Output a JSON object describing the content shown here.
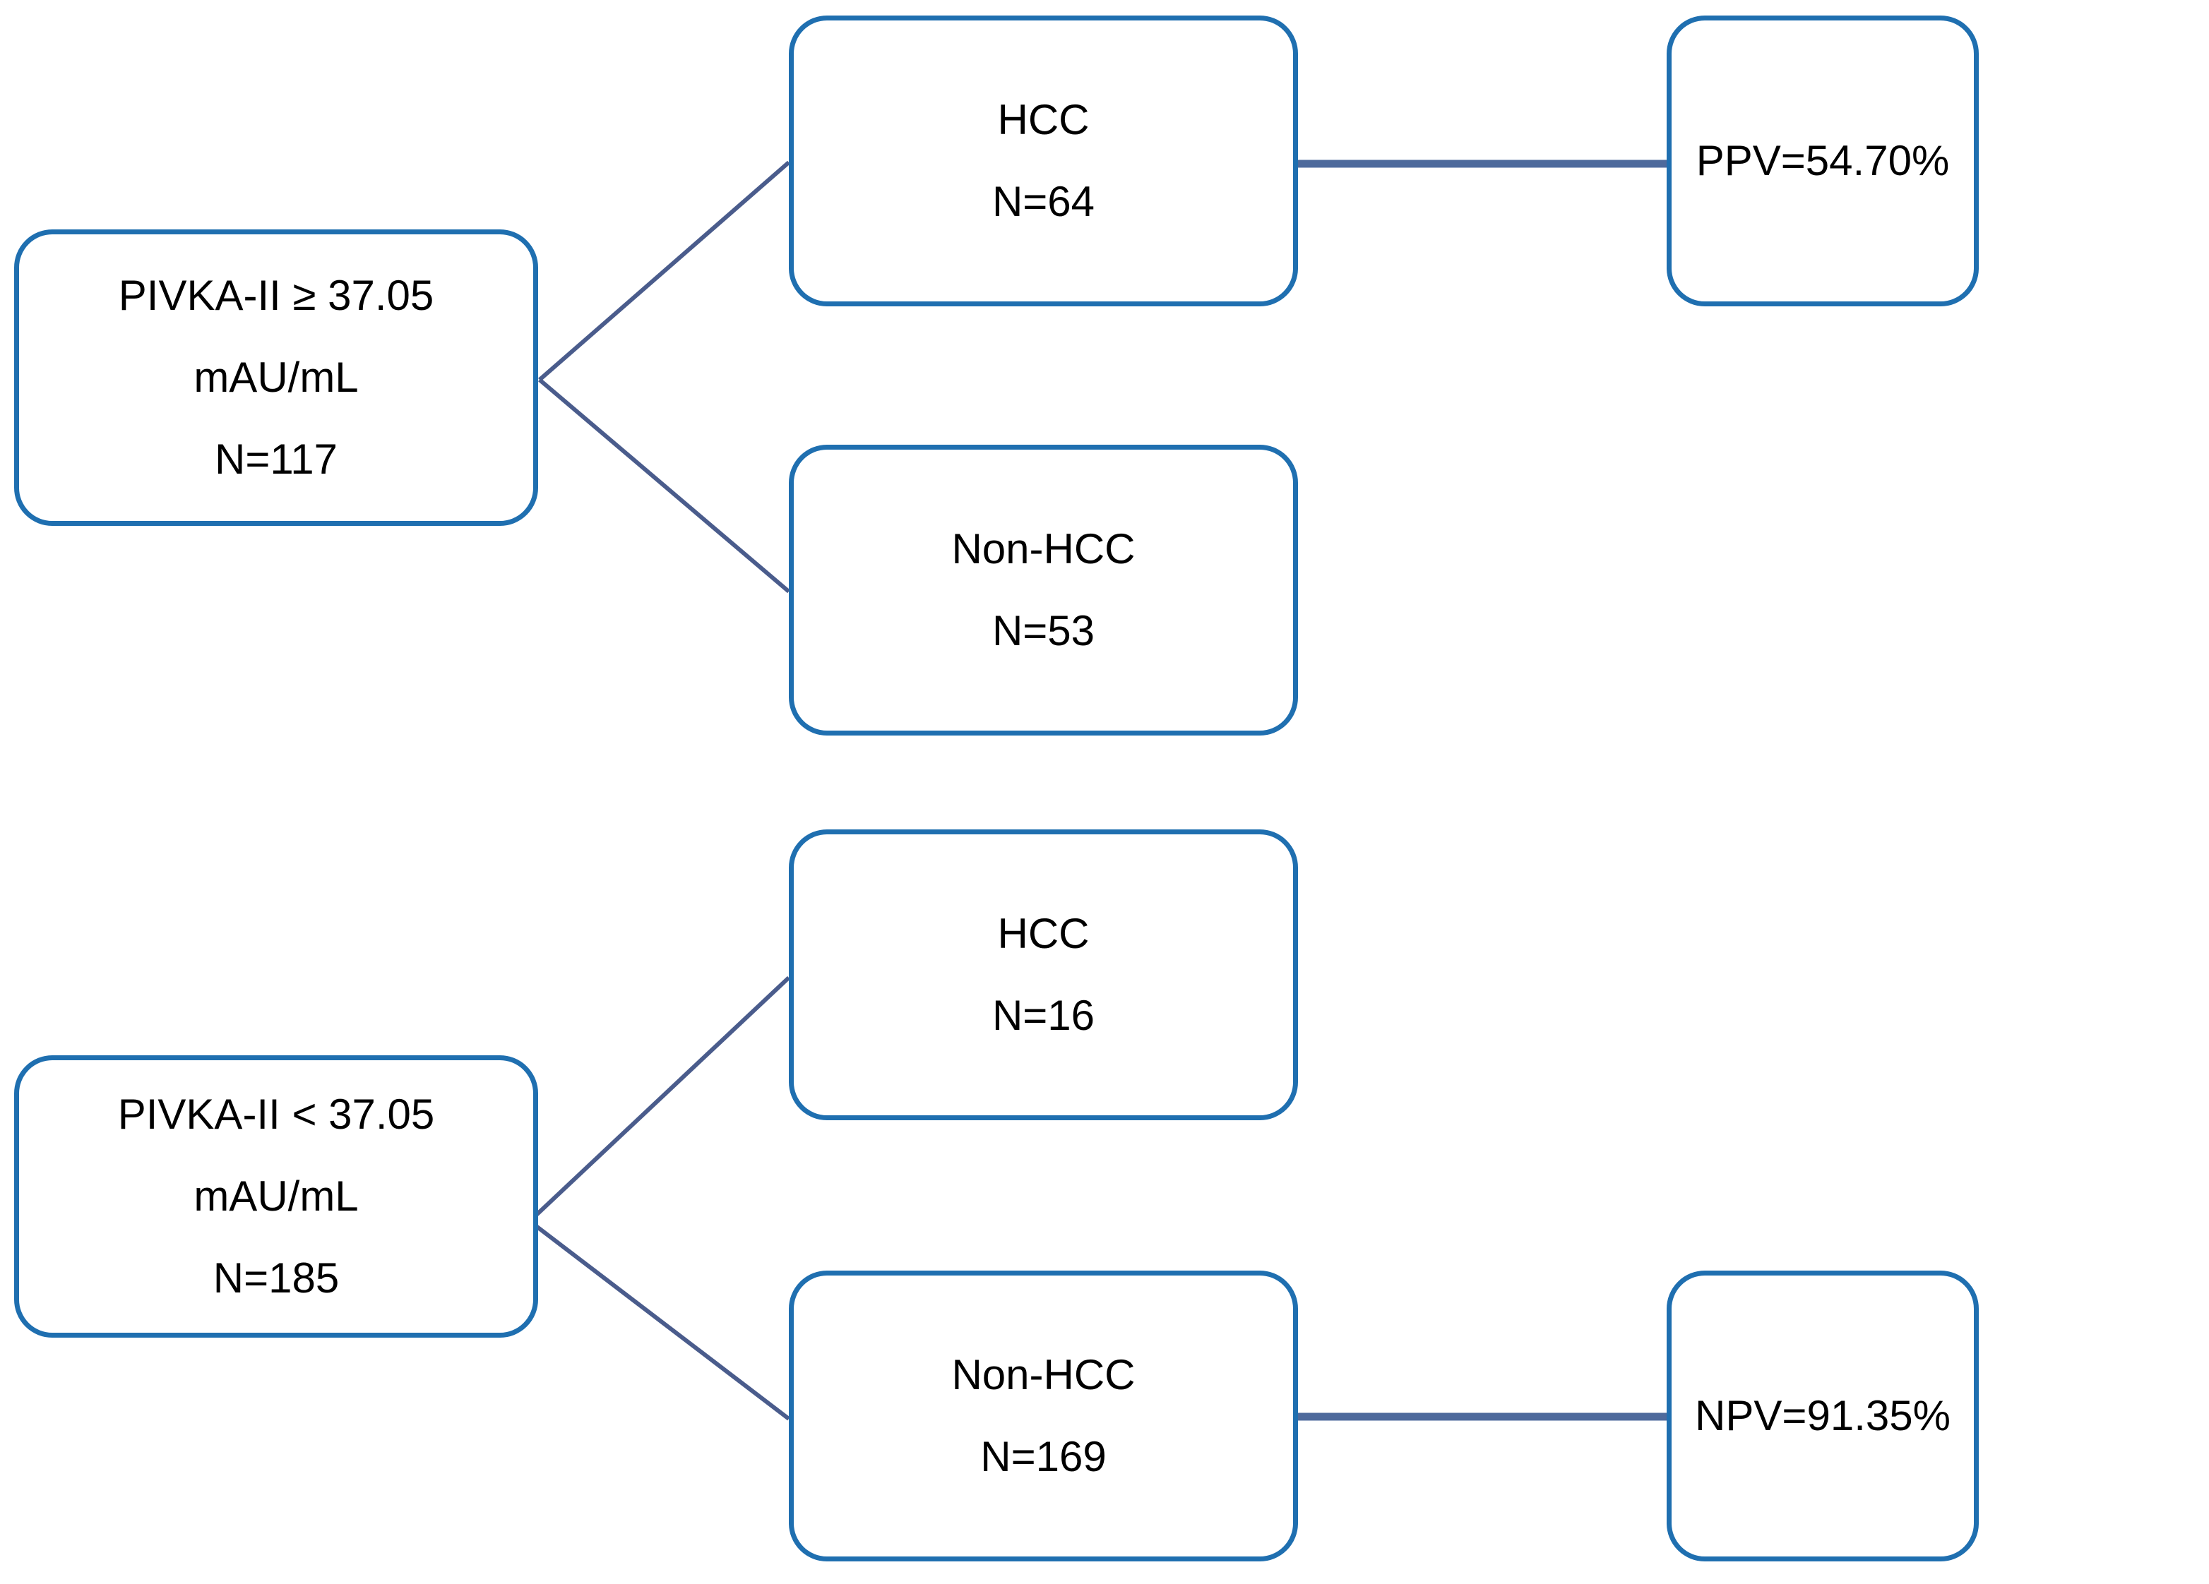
{
  "diagram": {
    "type": "flowchart",
    "orientation": "left-to-right",
    "border_color": "#1F6FB0",
    "connector_color": "#4A5C8C",
    "background": "#ffffff",
    "nodes": {
      "pivka_high": {
        "lines": [
          "PIVKA-II ≥ 37.05",
          "mAU/mL",
          "N=117"
        ]
      },
      "hcc_high": {
        "lines": [
          "HCC",
          "N=64"
        ]
      },
      "ppv": {
        "lines": [
          "PPV=54.70%"
        ]
      },
      "nonhcc_high": {
        "lines": [
          "Non-HCC",
          "N=53"
        ]
      },
      "pivka_low": {
        "lines": [
          "PIVKA-II < 37.05",
          "mAU/mL",
          "N=185"
        ]
      },
      "hcc_low": {
        "lines": [
          "HCC",
          "N=16"
        ]
      },
      "nonhcc_low": {
        "lines": [
          "Non-HCC",
          "N=169"
        ]
      },
      "npv": {
        "lines": [
          "NPV=91.35%"
        ]
      }
    },
    "edges": [
      {
        "from": "pivka_high",
        "to": "hcc_high",
        "style": "diagonal"
      },
      {
        "from": "pivka_high",
        "to": "nonhcc_high",
        "style": "diagonal"
      },
      {
        "from": "hcc_high",
        "to": "ppv",
        "style": "horizontal"
      },
      {
        "from": "pivka_low",
        "to": "hcc_low",
        "style": "diagonal"
      },
      {
        "from": "pivka_low",
        "to": "nonhcc_low",
        "style": "diagonal"
      },
      {
        "from": "nonhcc_low",
        "to": "npv",
        "style": "horizontal"
      }
    ]
  }
}
